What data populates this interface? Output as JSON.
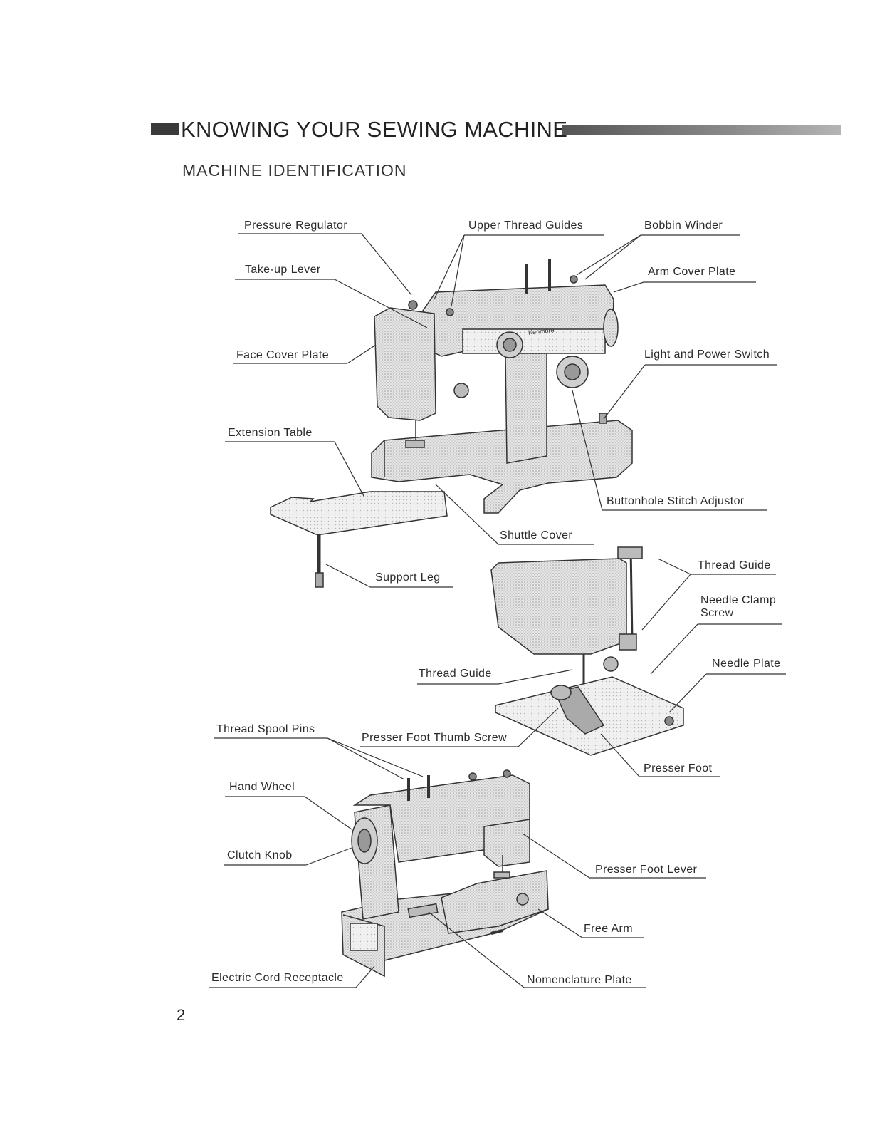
{
  "header": {
    "title": "KNOWING YOUR SEWING MACHINE",
    "subtitle": "MACHINE IDENTIFICATION"
  },
  "labels": {
    "pressure_regulator": "Pressure Regulator",
    "upper_thread_guides": "Upper Thread Guides",
    "bobbin_winder": "Bobbin Winder",
    "take_up_lever": "Take-up Lever",
    "arm_cover_plate": "Arm Cover Plate",
    "face_cover_plate": "Face Cover Plate",
    "light_power_switch": "Light and Power Switch",
    "extension_table": "Extension Table",
    "buttonhole_stitch_adjustor": "Buttonhole Stitch Adjustor",
    "shuttle_cover": "Shuttle Cover",
    "support_leg": "Support Leg",
    "thread_guide_upper": "Thread Guide",
    "needle_clamp_screw": "Needle Clamp Screw",
    "thread_guide_lower": "Thread Guide",
    "needle_plate": "Needle Plate",
    "thread_spool_pins": "Thread Spool Pins",
    "presser_foot_thumb_screw": "Presser Foot Thumb Screw",
    "presser_foot": "Presser Foot",
    "hand_wheel": "Hand Wheel",
    "clutch_knob": "Clutch Knob",
    "presser_foot_lever": "Presser Foot Lever",
    "free_arm": "Free Arm",
    "electric_cord_receptacle": "Electric Cord Receptacle",
    "nomenclature_plate": "Nomenclature Plate"
  },
  "machine_badge": "Kenmore",
  "page_number": "2"
}
